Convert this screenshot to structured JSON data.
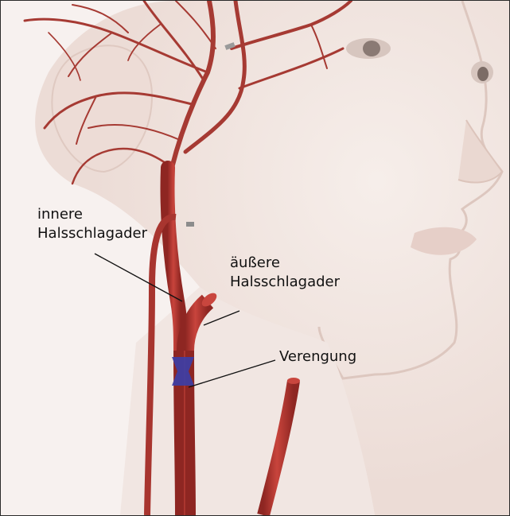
{
  "labels": {
    "internal_carotid": [
      "innere",
      "Halsschlagader"
    ],
    "external_carotid": [
      "äußere",
      "Halsschlagader"
    ],
    "stenosis": "Verengung"
  },
  "colors": {
    "background": "#f7f1ef",
    "skin": "#efe3de",
    "artery": "#b83a34",
    "artery_dark": "#8e2622",
    "stenosis": "#3b3fa8",
    "leader_line": "#111111"
  }
}
